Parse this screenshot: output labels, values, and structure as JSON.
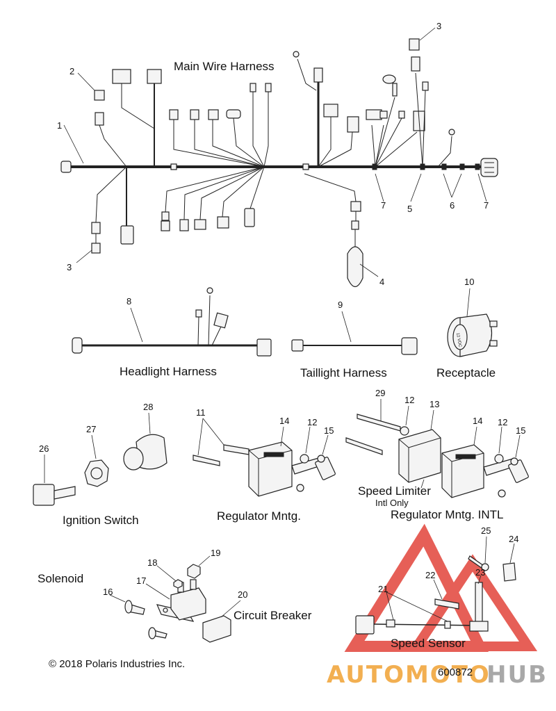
{
  "sections": {
    "main_harness": "Main Wire Harness",
    "headlight_harness": "Headlight Harness",
    "taillight_harness": "Taillight Harness",
    "receptacle": "Receptacle",
    "ignition_switch": "Ignition Switch",
    "regulator_mntg": "Regulator Mntg.",
    "speed_limiter": "Speed Limiter",
    "intl_only": "Intl Only",
    "regulator_mntg_intl": "Regulator Mntg. INTL",
    "solenoid": "Solenoid",
    "circuit_breaker": "Circuit Breaker",
    "speed_sensor": "Speed Sensor"
  },
  "callouts": {
    "c1": "1",
    "c2": "2",
    "c3a": "3",
    "c3b": "3",
    "c4": "4",
    "c5": "5",
    "c6": "6",
    "c7a": "7",
    "c7b": "7",
    "c8": "8",
    "c9": "9",
    "c10": "10",
    "c11": "11",
    "c12a": "12",
    "c12b": "12",
    "c12c": "12",
    "c13": "13",
    "c14a": "14",
    "c14b": "14",
    "c15a": "15",
    "c15b": "15",
    "c16": "16",
    "c17": "17",
    "c18": "18",
    "c19": "19",
    "c20": "20",
    "c21": "21",
    "c22": "22",
    "c23": "23",
    "c24": "24",
    "c25": "25",
    "c26": "26",
    "c27": "27",
    "c28": "28",
    "c29": "29"
  },
  "receptacle_label": "12 VDC",
  "footer": {
    "copyright": "© 2018 Polaris Industries Inc.",
    "diagram_number": "600872"
  },
  "watermark": {
    "text_auto": "AUTOMOTO",
    "text_hub": "HUB",
    "color_red": "#e2443a",
    "color_orange": "#f0a233",
    "color_gray": "#9a9a9a"
  }
}
